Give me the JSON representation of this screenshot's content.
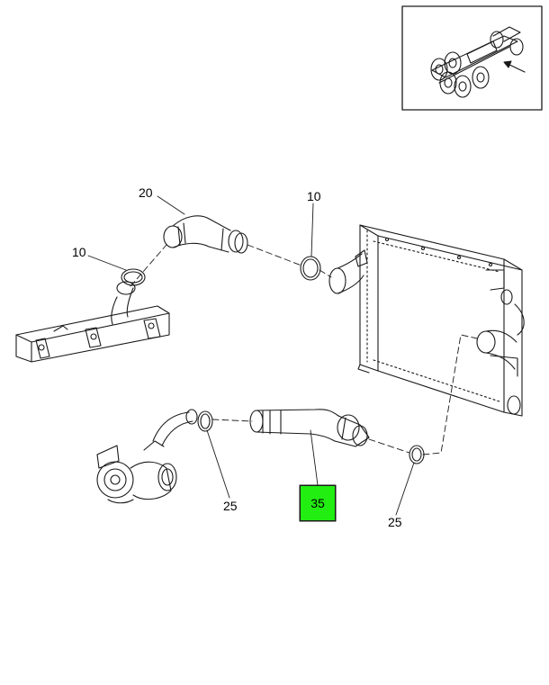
{
  "callouts": {
    "c20": "20",
    "c10_left": "10",
    "c10_right": "10",
    "c25_left": "25",
    "c25_right": "25",
    "c35": "35"
  },
  "colors": {
    "highlight": "#22ee11",
    "line": "#1a1a1a"
  },
  "icons": {
    "locator": "truck-chassis-locator-icon"
  }
}
